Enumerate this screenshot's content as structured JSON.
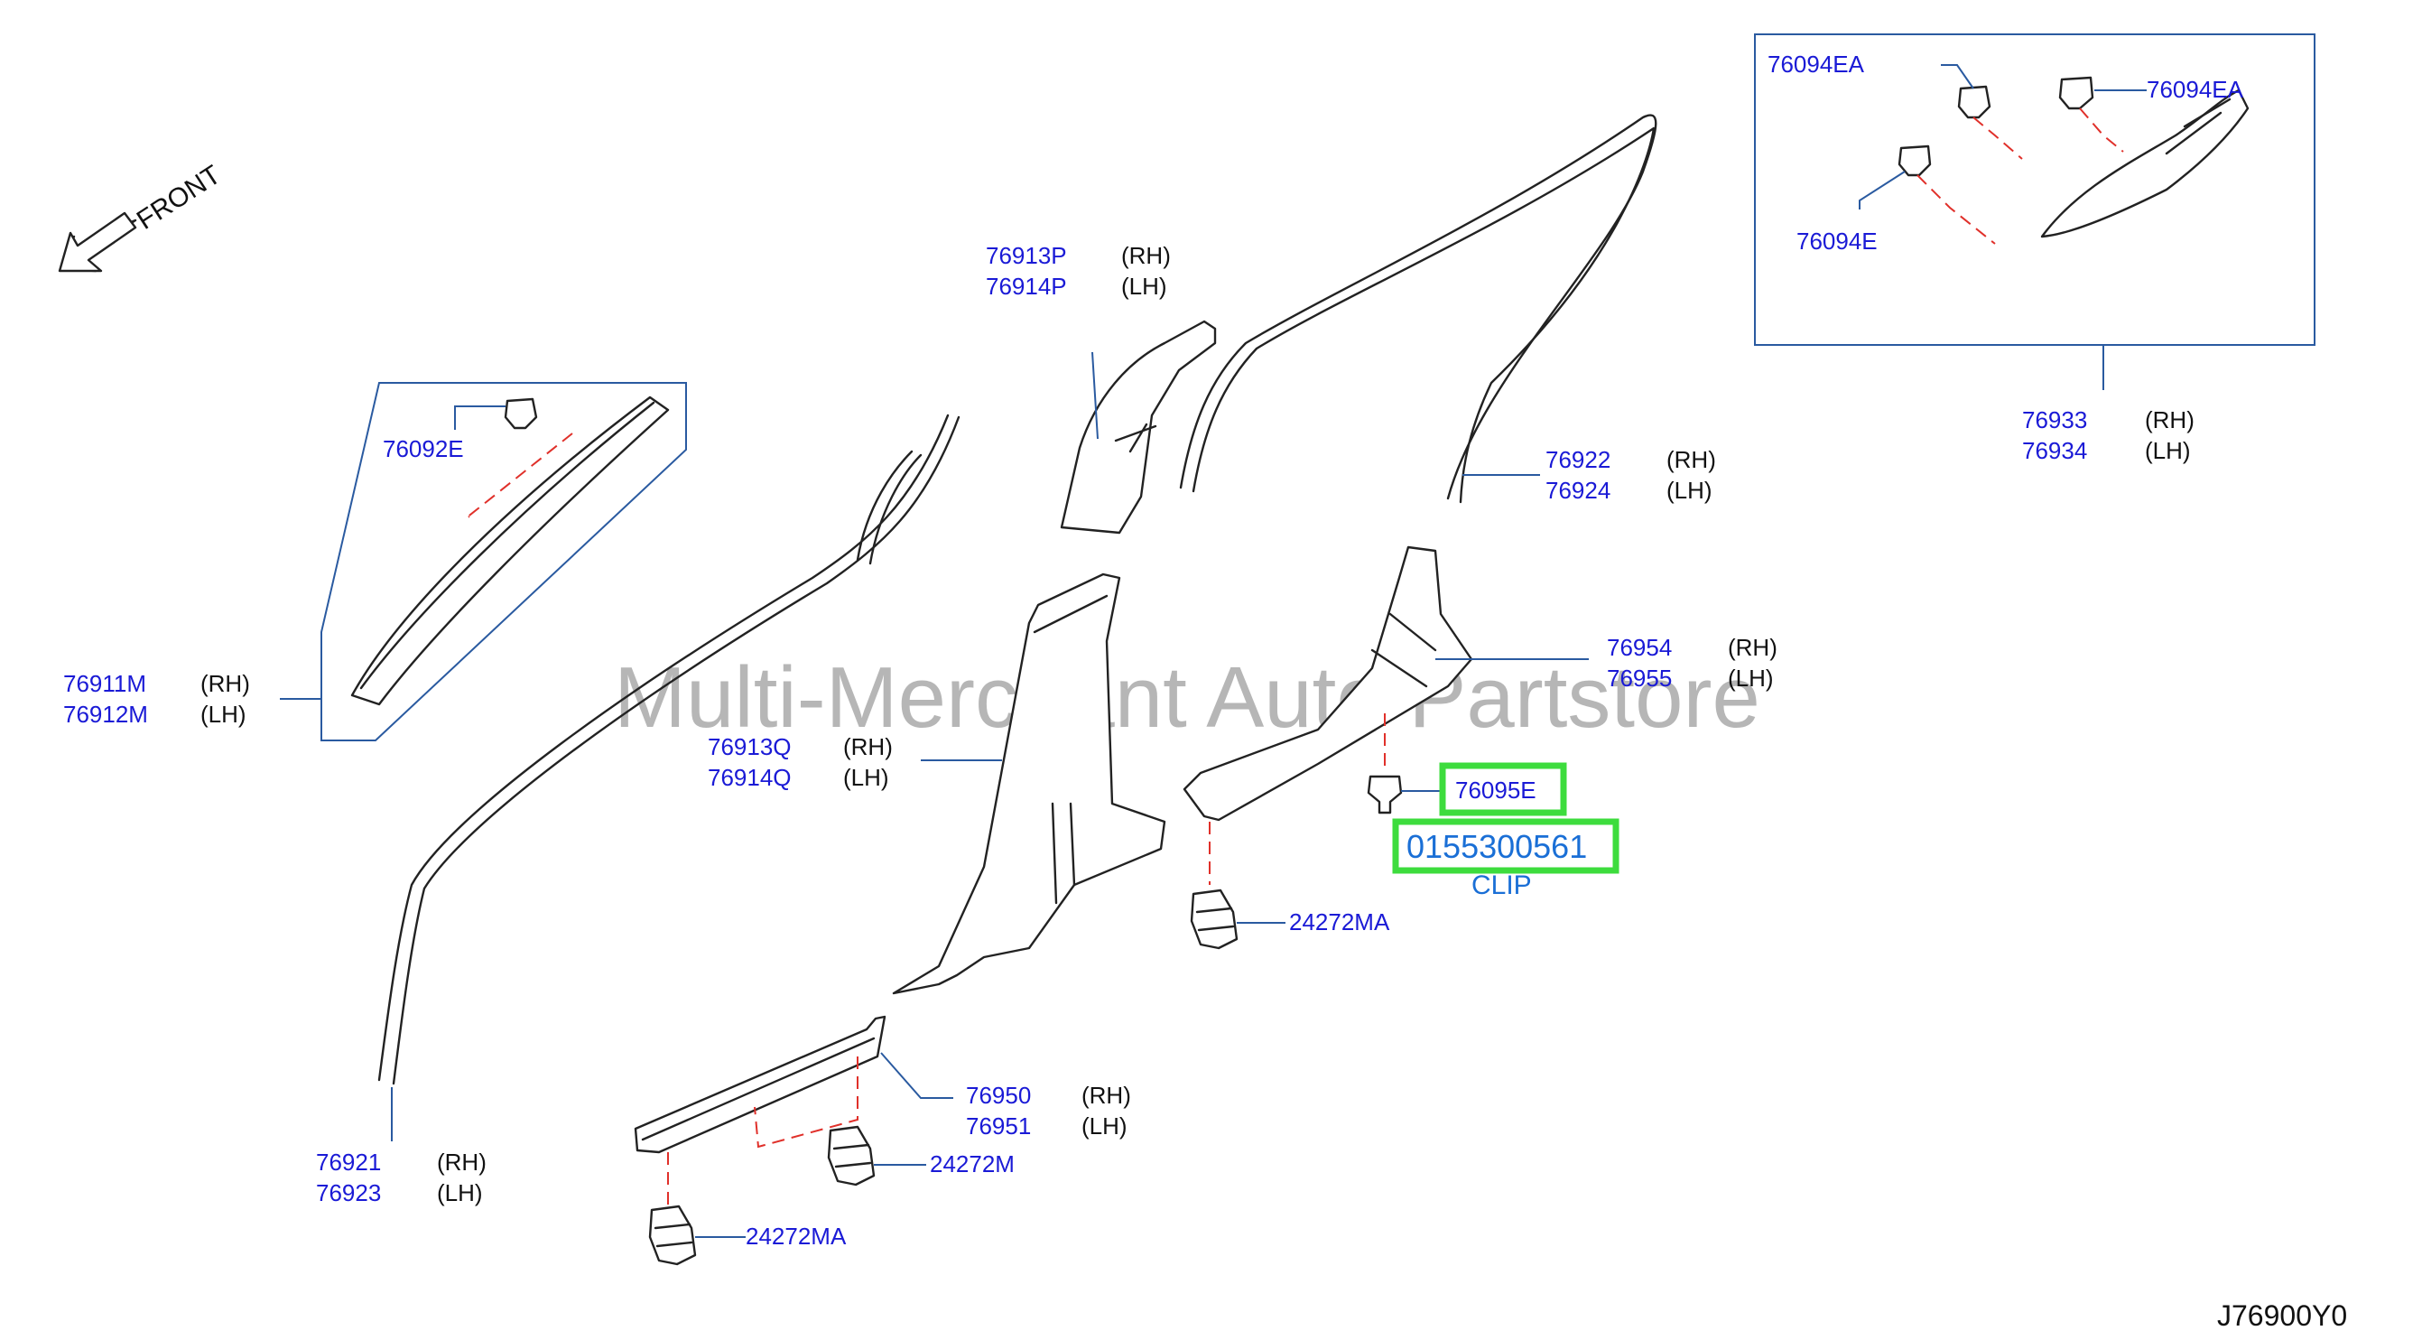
{
  "watermark": "Multi-Merchant Auto Partstore",
  "front_label": "FRONT",
  "diagram_code": "J76900Y0",
  "labels": {
    "p76094ea_top": "76094EA",
    "p76094ea_right": "76094EA",
    "p76094e": "76094E",
    "p76933": "76933",
    "p76933_side": "(RH)",
    "p76934": "76934",
    "p76934_side": "(LH)",
    "p76913p": "76913P",
    "p76913p_side": "(RH)",
    "p76914p": "76914P",
    "p76914p_side": "(LH)",
    "p76922": "76922",
    "p76922_side": "(RH)",
    "p76924": "76924",
    "p76924_side": "(LH)",
    "p76092e": "76092E",
    "p76911m": "76911M",
    "p76911m_side": "(RH)",
    "p76912m": "76912M",
    "p76912m_side": "(LH)",
    "p76954": "76954",
    "p76954_side": "(RH)",
    "p76955": "76955",
    "p76955_side": "(LH)",
    "p76913q": "76913Q",
    "p76913q_side": "(RH)",
    "p76914q": "76914Q",
    "p76914q_side": "(LH)",
    "p76095e": "76095E",
    "p0155300561": "0155300561",
    "clip": "CLIP",
    "p24272ma_mid": "24272MA",
    "p76950": "76950",
    "p76950_side": "(RH)",
    "p76951": "76951",
    "p76951_side": "(LH)",
    "p24272m": "24272M",
    "p24272ma_bottom": "24272MA",
    "p76921": "76921",
    "p76921_side": "(RH)",
    "p76923": "76923",
    "p76923_side": "(LH)"
  }
}
